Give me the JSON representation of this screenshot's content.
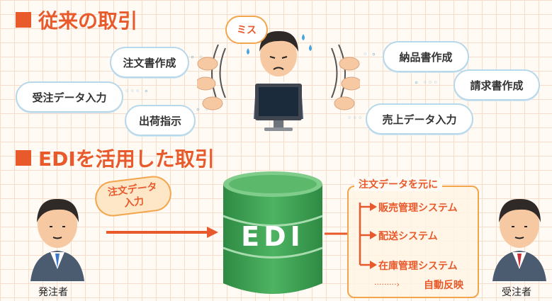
{
  "section1": {
    "title": "従来の取引"
  },
  "section2": {
    "title": "EDIを活用した取引"
  },
  "center_person": {
    "bubble": "ミス"
  },
  "clouds_left": [
    "注文書作成",
    "受注データ入力",
    "出荷指示"
  ],
  "clouds_right": [
    "納品書作成",
    "請求書作成",
    "売上データ入力"
  ],
  "orderer": {
    "label": "発注者",
    "bubble": "注文データ入力"
  },
  "receiver": {
    "label": "受注者"
  },
  "edi": {
    "label": "EDI"
  },
  "result_box": {
    "title": "注文データを元に",
    "items": [
      "販売管理システム",
      "配送システム",
      "在庫管理システム"
    ],
    "footer": "自動反映"
  },
  "colors": {
    "accent": "#e8592b",
    "orange_line": "#f3a54c",
    "cylinder_green": "#3f9d52",
    "cloud_border": "#b7d8ea"
  }
}
